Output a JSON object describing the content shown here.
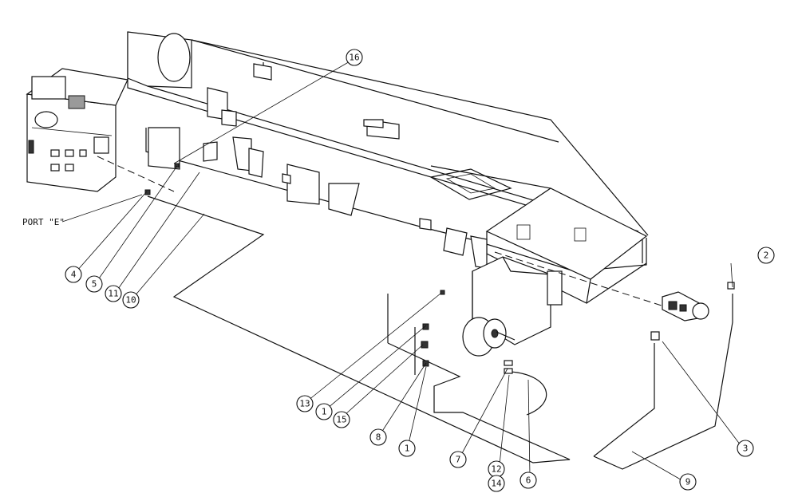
{
  "port_label": "PORT \"E\"",
  "callouts": [
    {
      "id": "c16",
      "number": "16"
    },
    {
      "id": "c2",
      "number": "2"
    },
    {
      "id": "c4",
      "number": "4"
    },
    {
      "id": "c5",
      "number": "5"
    },
    {
      "id": "c11",
      "number": "11"
    },
    {
      "id": "c10",
      "number": "10"
    },
    {
      "id": "c13",
      "number": "13"
    },
    {
      "id": "c1a",
      "number": "1"
    },
    {
      "id": "c15",
      "number": "15"
    },
    {
      "id": "c8",
      "number": "8"
    },
    {
      "id": "c1b",
      "number": "1"
    },
    {
      "id": "c7",
      "number": "7"
    },
    {
      "id": "c12",
      "number": "12"
    },
    {
      "id": "c14",
      "number": "14"
    },
    {
      "id": "c6",
      "number": "6"
    },
    {
      "id": "c3",
      "number": "3"
    },
    {
      "id": "c9",
      "number": "9"
    }
  ]
}
